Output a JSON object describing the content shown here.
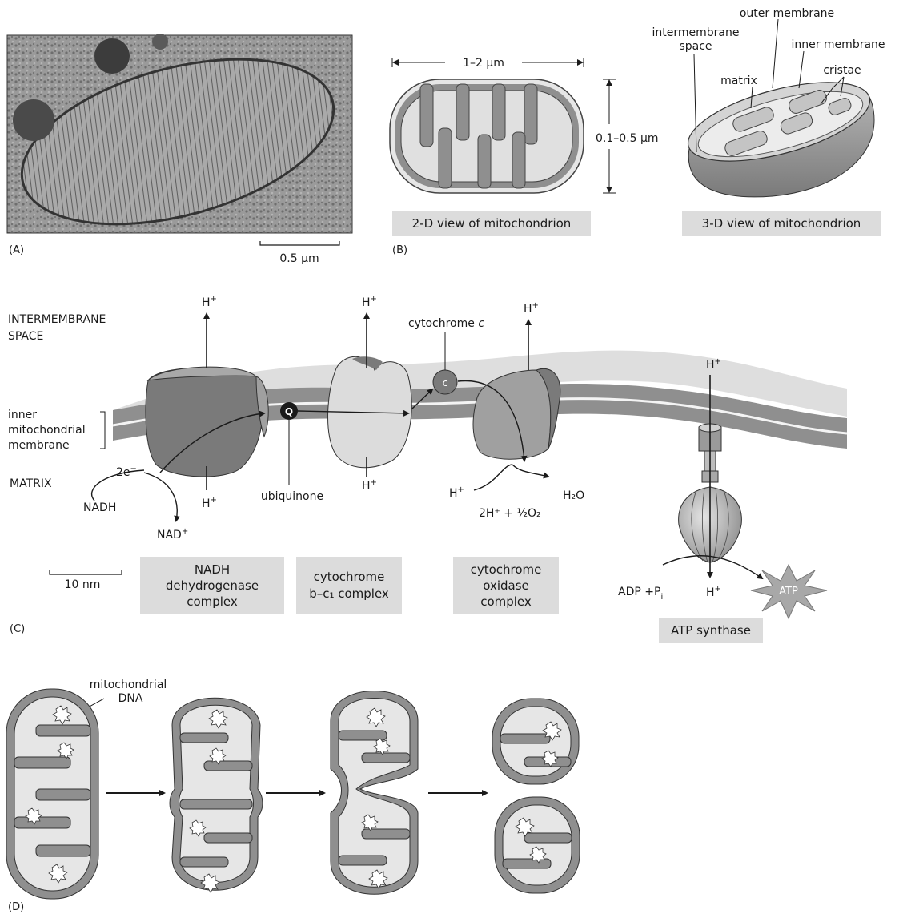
{
  "panel_a": {
    "letter": "(A)",
    "scale_label": "0.5 μm"
  },
  "panel_b": {
    "letter": "(B)",
    "width_label": "1–2 μm",
    "height_label": "0.1–0.5 μm",
    "view2d_caption": "2-D view of mitochondrion",
    "view3d_caption": "3-D view of mitochondrion",
    "labels_3d": {
      "outer_membrane": "outer membrane",
      "intermembrane_line1": "intermembrane",
      "intermembrane_line2": "space",
      "inner_membrane": "inner membrane",
      "matrix": "matrix",
      "cristae": "cristae"
    }
  },
  "panel_c": {
    "letter": "(C)",
    "intermembrane_line1": "INTERMEMBRANE",
    "intermembrane_line2": "SPACE",
    "inner_line1": "inner",
    "inner_line2": "mitochondrial",
    "inner_line3": "membrane",
    "matrix_label": "MATRIX",
    "h_plus": "H",
    "plus": "+",
    "two_e": "2e",
    "minus": "−",
    "nadh": "NADH",
    "nad_plus": "NAD",
    "q_letter": "Q",
    "c_letter": "c",
    "ubiquinone": "ubiquinone",
    "cytochrome_c": "cytochrome ",
    "cytochrome_c_italic": "c",
    "h2o": "H₂O",
    "oxygen_eq": "2H⁺ + ½O₂",
    "adp": "ADP +P",
    "adp_sub": "i",
    "atp": "ATP",
    "scale_label": "10 nm",
    "complexes": [
      {
        "line1": "NADH",
        "line2": "dehydrogenase",
        "line3": "complex"
      },
      {
        "line1": "cytochrome",
        "line2": "b–c₁ complex"
      },
      {
        "line1": "cytochrome",
        "line2": "oxidase",
        "line3": "complex"
      }
    ],
    "atp_synthase": "ATP synthase"
  },
  "panel_d": {
    "letter": "(D)",
    "dna_line1": "mitochondrial",
    "dna_line2": "DNA"
  },
  "colors": {
    "membrane_dark": "#8c8c8c",
    "membrane_light": "#d6d6d6",
    "caption_box": "#dcdcdc",
    "complex_dark": "#7d7d7d",
    "complex_light": "#d2d2d2",
    "complex_mid": "#a0a0a0"
  }
}
